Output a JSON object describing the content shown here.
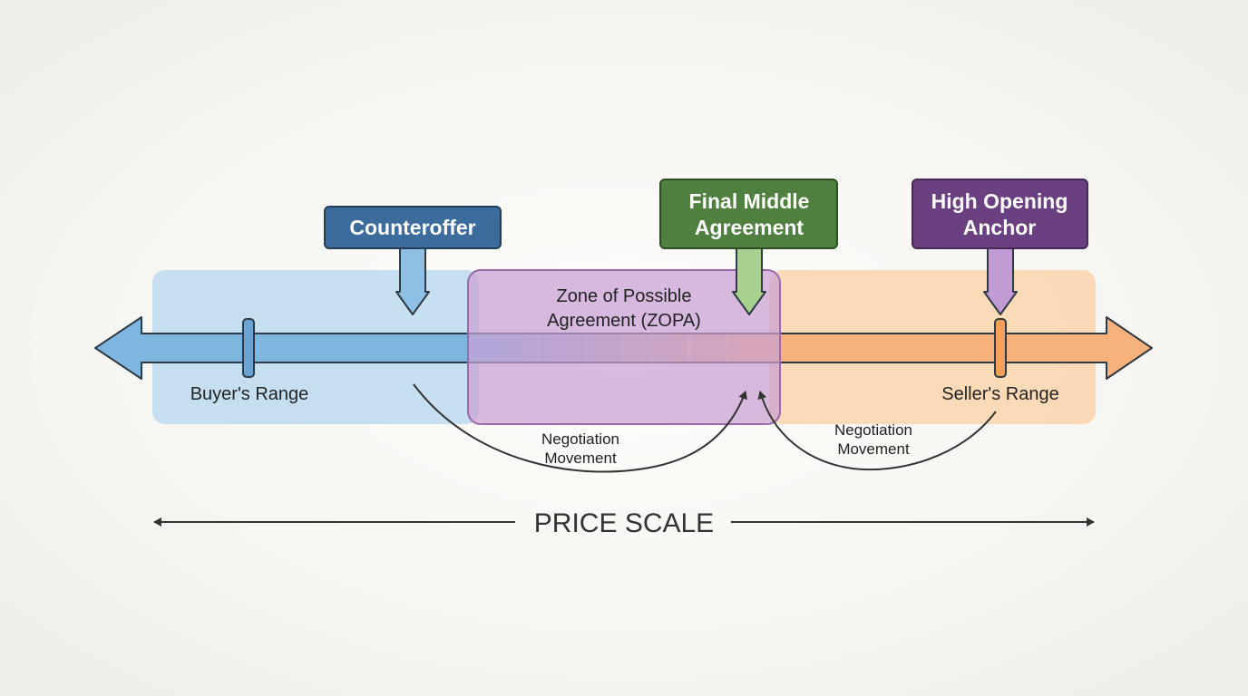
{
  "ranges": {
    "buyer": {
      "label": "Buyer's Range",
      "color": "#bcdaf0"
    },
    "seller": {
      "label": "Seller's Range",
      "color": "#fbd6b0"
    }
  },
  "zopa": {
    "label_line1": "Zone of Possible",
    "label_line2": "Agreement (ZOPA)",
    "color": "#d8b3de"
  },
  "callouts": {
    "counteroffer": {
      "label": "Counteroffer",
      "color": "#3b6c9c"
    },
    "final_agreement": {
      "label_line1": "Final Middle",
      "label_line2": "Agreement",
      "color": "#4f8040"
    },
    "high_anchor": {
      "label_line1": "High Opening",
      "label_line2": "Anchor",
      "color": "#6b4080"
    }
  },
  "movements": {
    "left": {
      "line1": "Negotiation",
      "line2": "Movement"
    },
    "right": {
      "line1": "Negotiation",
      "line2": "Movement"
    }
  },
  "price_scale": {
    "label": "PRICE SCALE"
  }
}
